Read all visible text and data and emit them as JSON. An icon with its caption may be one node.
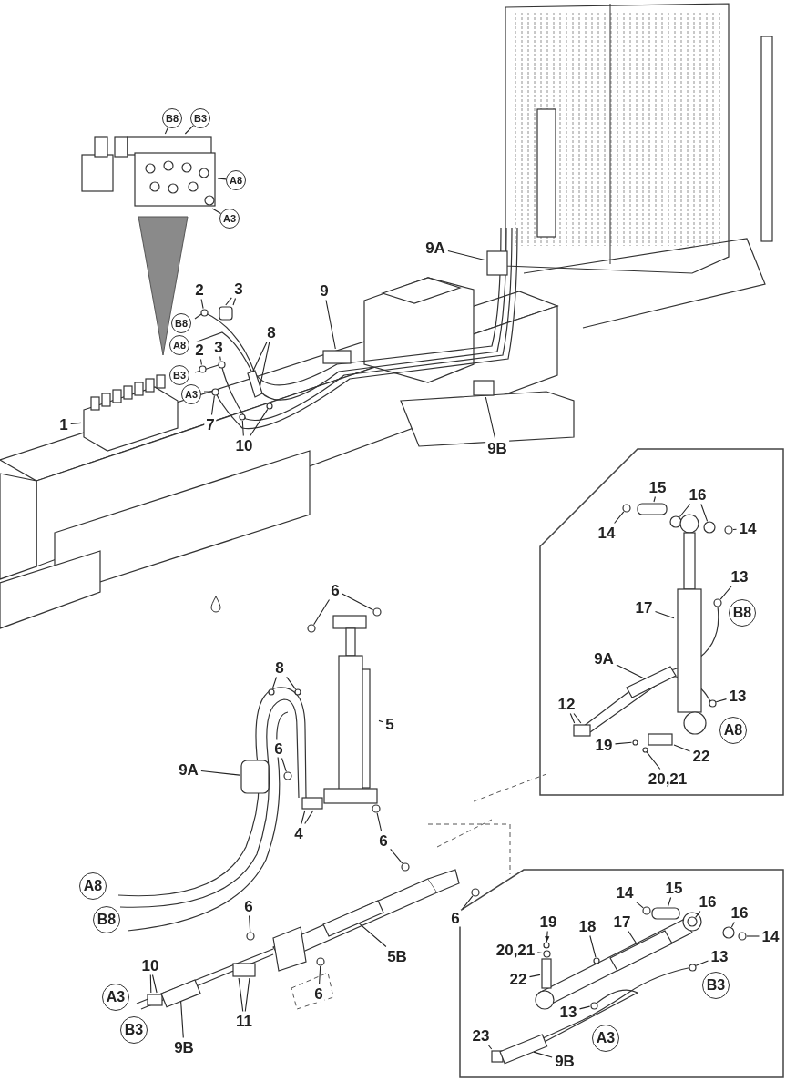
{
  "diagram": {
    "nodes": [
      {
        "text": [
          "B8"
        ]
      },
      {
        "text": [
          "B3"
        ]
      },
      {
        "text": [
          "A8"
        ]
      },
      {
        "text": [
          "A3"
        ]
      },
      {
        "text": [
          "2"
        ]
      },
      {
        "text": [
          "3"
        ]
      },
      {
        "text": [
          "B8"
        ]
      },
      {
        "text": [
          "A8"
        ]
      },
      {
        "text": [
          "2"
        ]
      },
      {
        "text": [
          "3"
        ]
      },
      {
        "text": [
          "B3"
        ]
      },
      {
        "text": [
          "A3"
        ]
      },
      {
        "text": [
          "8"
        ]
      },
      {
        "text": [
          "9"
        ]
      },
      {
        "text": [
          "9A"
        ]
      },
      {
        "text": [
          "1"
        ]
      },
      {
        "text": [
          "7"
        ]
      },
      {
        "text": [
          "10"
        ]
      },
      {
        "text": [
          "9B"
        ]
      },
      {
        "text": [
          "6"
        ]
      },
      {
        "text": [
          "8"
        ]
      },
      {
        "text": [
          "5"
        ]
      },
      {
        "text": [
          "9A"
        ]
      },
      {
        "text": [
          "6"
        ]
      },
      {
        "text": [
          "4"
        ]
      },
      {
        "text": [
          "6"
        ]
      },
      {
        "text": [
          "A8"
        ]
      },
      {
        "text": [
          "B8"
        ]
      },
      {
        "text": [
          "6"
        ]
      },
      {
        "text": [
          "6"
        ]
      },
      {
        "text": [
          "5B"
        ]
      },
      {
        "text": [
          "6"
        ]
      },
      {
        "text": [
          "10"
        ]
      },
      {
        "text": [
          "A3"
        ]
      },
      {
        "text": [
          "B3"
        ]
      },
      {
        "text": [
          "11"
        ]
      },
      {
        "text": [
          "9B"
        ]
      },
      {
        "text": [],
        "shape": "box"
      },
      {
        "text": [
          "15"
        ],
        "in": 37
      },
      {
        "text": [
          "16"
        ],
        "in": 37
      },
      {
        "text": [
          "14"
        ],
        "in": 37
      },
      {
        "text": [
          "14"
        ],
        "in": 37
      },
      {
        "text": [
          "13"
        ],
        "in": 37
      },
      {
        "text": [
          "B8"
        ],
        "in": 37
      },
      {
        "text": [
          "17"
        ],
        "in": 37
      },
      {
        "text": [
          "9A"
        ],
        "in": 37
      },
      {
        "text": [
          "13"
        ],
        "in": 37
      },
      {
        "text": [
          "12"
        ],
        "in": 37
      },
      {
        "text": [
          "A8"
        ],
        "in": 37
      },
      {
        "text": [
          "19"
        ],
        "in": 37
      },
      {
        "text": [
          "22"
        ],
        "in": 37
      },
      {
        "text": [
          "20,21"
        ],
        "in": 37
      },
      {
        "text": [],
        "shape": "box"
      },
      {
        "text": [
          "14"
        ],
        "in": 52
      },
      {
        "text": [
          "15"
        ],
        "in": 52
      },
      {
        "text": [
          "16"
        ],
        "in": 52
      },
      {
        "text": [
          "16"
        ],
        "in": 52
      },
      {
        "text": [
          "14"
        ],
        "in": 52
      },
      {
        "text": [
          "19"
        ],
        "in": 52
      },
      {
        "text": [
          "20,21"
        ],
        "in": 52
      },
      {
        "text": [
          "18"
        ],
        "in": 52
      },
      {
        "text": [
          "17"
        ],
        "in": 52
      },
      {
        "text": [
          "13"
        ],
        "in": 52
      },
      {
        "text": [
          "B3"
        ],
        "in": 52
      },
      {
        "text": [
          "22"
        ],
        "in": 52
      },
      {
        "text": [
          "13"
        ],
        "in": 52
      },
      {
        "text": [
          "A3"
        ],
        "in": 52
      },
      {
        "text": [
          "23"
        ],
        "in": 52
      },
      {
        "text": [
          "9B"
        ],
        "in": 52
      },
      {
        "text": [],
        "shape": "picture"
      },
      {
        "text": [],
        "shape": "picture"
      },
      {
        "text": [],
        "shape": "circle"
      },
      {
        "text": [],
        "shape": "box"
      },
      {
        "text": [],
        "shape": "circle"
      },
      {
        "text": [],
        "shape": "circle"
      },
      {
        "text": [],
        "shape": "circle"
      },
      {
        "text": [],
        "shape": "bar"
      },
      {
        "text": [],
        "shape": "bar"
      },
      {
        "text": [],
        "shape": "bar"
      },
      {
        "text": [],
        "shape": "circle"
      },
      {
        "text": [],
        "shape": "circle"
      },
      {
        "text": [],
        "shape": "bar"
      },
      {
        "text": [],
        "shape": "circle"
      },
      {
        "text": [],
        "shape": "circle"
      },
      {
        "text": [],
        "shape": "circle"
      },
      {
        "text": [],
        "shape": "circle"
      },
      {
        "text": [],
        "shape": "picture"
      },
      {
        "text": [],
        "shape": "bar"
      },
      {
        "text": [],
        "shape": "circle"
      },
      {
        "text": [],
        "shape": "bar"
      },
      {
        "text": [],
        "shape": "circle"
      },
      {
        "text": [],
        "shape": "circle"
      },
      {
        "text": [],
        "shape": "circle"
      },
      {
        "text": [],
        "shape": "circle"
      },
      {
        "text": [],
        "shape": "bar"
      },
      {
        "text": [],
        "shape": "circle"
      },
      {
        "text": [],
        "shape": "bar"
      },
      {
        "text": [],
        "shape": "bar"
      },
      {
        "text": [],
        "shape": "bar"
      },
      {
        "text": [],
        "shape": "bar",
        "in": 37
      },
      {
        "text": [],
        "shape": "circle",
        "in": 37
      },
      {
        "text": [],
        "shape": "circle",
        "in": 37
      },
      {
        "text": [],
        "shape": "circle",
        "in": 37
      },
      {
        "text": [],
        "shape": "circle",
        "in": 37
      },
      {
        "text": [],
        "shape": "circle",
        "in": 37
      },
      {
        "text": [],
        "shape": "picture",
        "in": 37
      },
      {
        "text": [],
        "shape": "bar",
        "in": 37
      },
      {
        "text": [],
        "shape": "circle",
        "in": 37
      },
      {
        "text": [],
        "shape": "bar",
        "in": 37
      },
      {
        "text": [],
        "shape": "circle",
        "in": 37
      },
      {
        "text": [],
        "shape": "bar",
        "in": 37
      },
      {
        "text": [],
        "shape": "circle",
        "in": 37
      },
      {
        "text": [],
        "shape": "circle",
        "in": 52
      },
      {
        "text": [],
        "shape": "bar",
        "in": 52
      },
      {
        "text": [],
        "shape": "circle",
        "in": 52
      },
      {
        "text": [],
        "shape": "circle",
        "in": 52
      },
      {
        "text": [],
        "shape": "circle",
        "in": 52
      },
      {
        "text": [],
        "shape": "circle",
        "in": 52
      },
      {
        "text": [],
        "shape": "circle",
        "in": 52
      },
      {
        "text": [],
        "shape": "bar",
        "in": 52
      },
      {
        "text": [],
        "shape": "circle",
        "in": 52
      },
      {
        "text": [],
        "shape": "bar",
        "in": 52
      },
      {
        "text": [],
        "shape": "circle",
        "in": 52
      },
      {
        "text": [],
        "shape": "circle",
        "in": 52
      },
      {
        "text": [],
        "shape": "bar",
        "in": 52
      },
      {
        "text": [],
        "shape": "bar",
        "in": 52
      }
    ],
    "edges": [
      {
        "from": 0,
        "to": 69,
        "arrow": "none"
      },
      {
        "from": 1,
        "to": 69,
        "arrow": "none"
      },
      {
        "from": 2,
        "to": 69,
        "arrow": "none"
      },
      {
        "from": 3,
        "to": 69,
        "arrow": "none"
      },
      {
        "from": 4,
        "to": 71,
        "arrow": "none"
      },
      {
        "from": 5,
        "to": 72,
        "arrow": "none"
      },
      {
        "from": 5,
        "to": 72,
        "arrow": "none"
      },
      {
        "from": 8,
        "to": 73,
        "arrow": "none"
      },
      {
        "from": 9,
        "to": 74,
        "arrow": "none"
      },
      {
        "from": 12,
        "to": 76,
        "arrow": "none"
      },
      {
        "from": 12,
        "to": 76,
        "arrow": "none"
      },
      {
        "from": 13,
        "to": 77,
        "arrow": "none"
      },
      {
        "from": 14,
        "to": 78,
        "arrow": "none"
      },
      {
        "from": 15,
        "to": 70,
        "arrow": "none"
      },
      {
        "from": 16,
        "to": 75,
        "arrow": "none"
      },
      {
        "from": 17,
        "to": 79,
        "arrow": "none"
      },
      {
        "from": 17,
        "to": 80,
        "arrow": "none"
      },
      {
        "from": 18,
        "to": 81,
        "arrow": "none"
      },
      {
        "from": 19,
        "to": 82,
        "arrow": "none"
      },
      {
        "from": 19,
        "to": 83,
        "arrow": "none"
      },
      {
        "from": 20,
        "to": 84,
        "arrow": "none"
      },
      {
        "from": 20,
        "to": 85,
        "arrow": "none"
      },
      {
        "from": 21,
        "to": 86,
        "arrow": "none"
      },
      {
        "from": 22,
        "to": 87,
        "arrow": "none"
      },
      {
        "from": 23,
        "to": 88,
        "arrow": "none"
      },
      {
        "from": 24,
        "to": 89,
        "arrow": "none"
      },
      {
        "from": 24,
        "to": 89,
        "arrow": "none"
      },
      {
        "from": 25,
        "to": 90,
        "arrow": "none"
      },
      {
        "from": 25,
        "to": 91,
        "arrow": "none"
      },
      {
        "from": 28,
        "to": 92,
        "arrow": "none"
      },
      {
        "from": 29,
        "to": 93,
        "arrow": "none"
      },
      {
        "from": 30,
        "to": 94,
        "arrow": "none"
      },
      {
        "from": 31,
        "to": 95,
        "arrow": "none"
      },
      {
        "from": 32,
        "to": 96,
        "arrow": "none"
      },
      {
        "from": 32,
        "to": 96,
        "arrow": "none"
      },
      {
        "from": 35,
        "to": 97,
        "arrow": "none"
      },
      {
        "from": 35,
        "to": 97,
        "arrow": "none"
      },
      {
        "from": 36,
        "to": 98,
        "arrow": "none"
      },
      {
        "from": 38,
        "to": 99,
        "arrow": "none"
      },
      {
        "from": 39,
        "to": 100,
        "arrow": "none"
      },
      {
        "from": 39,
        "to": 101,
        "arrow": "none"
      },
      {
        "from": 40,
        "to": 102,
        "arrow": "none"
      },
      {
        "from": 41,
        "to": 103,
        "arrow": "none"
      },
      {
        "from": 42,
        "to": 104,
        "arrow": "none"
      },
      {
        "from": 44,
        "to": 105,
        "arrow": "none"
      },
      {
        "from": 45,
        "to": 106,
        "arrow": "none"
      },
      {
        "from": 46,
        "to": 107,
        "arrow": "none"
      },
      {
        "from": 47,
        "to": 108,
        "arrow": "none"
      },
      {
        "from": 47,
        "to": 108,
        "arrow": "none"
      },
      {
        "from": 49,
        "to": 109,
        "arrow": "none"
      },
      {
        "from": 50,
        "to": 110,
        "arrow": "none"
      },
      {
        "from": 51,
        "to": 111,
        "arrow": "none"
      },
      {
        "from": 53,
        "to": 112,
        "arrow": "none"
      },
      {
        "from": 54,
        "to": 113,
        "arrow": "none"
      },
      {
        "from": 55,
        "to": 114,
        "arrow": "none"
      },
      {
        "from": 56,
        "to": 115,
        "arrow": "none"
      },
      {
        "from": 57,
        "to": 116,
        "arrow": "none"
      },
      {
        "from": 58,
        "to": 117,
        "arrow": "to"
      },
      {
        "from": 59,
        "to": 118,
        "arrow": "none"
      },
      {
        "from": 60,
        "to": 120,
        "arrow": "none"
      },
      {
        "from": 61,
        "to": 121,
        "arrow": "none"
      },
      {
        "from": 62,
        "to": 122,
        "arrow": "none"
      },
      {
        "from": 64,
        "to": 119,
        "arrow": "none"
      },
      {
        "from": 65,
        "to": 123,
        "arrow": "none"
      },
      {
        "from": 67,
        "to": 124,
        "arrow": "none"
      },
      {
        "from": 68,
        "to": 125,
        "arrow": "none"
      }
    ]
  }
}
